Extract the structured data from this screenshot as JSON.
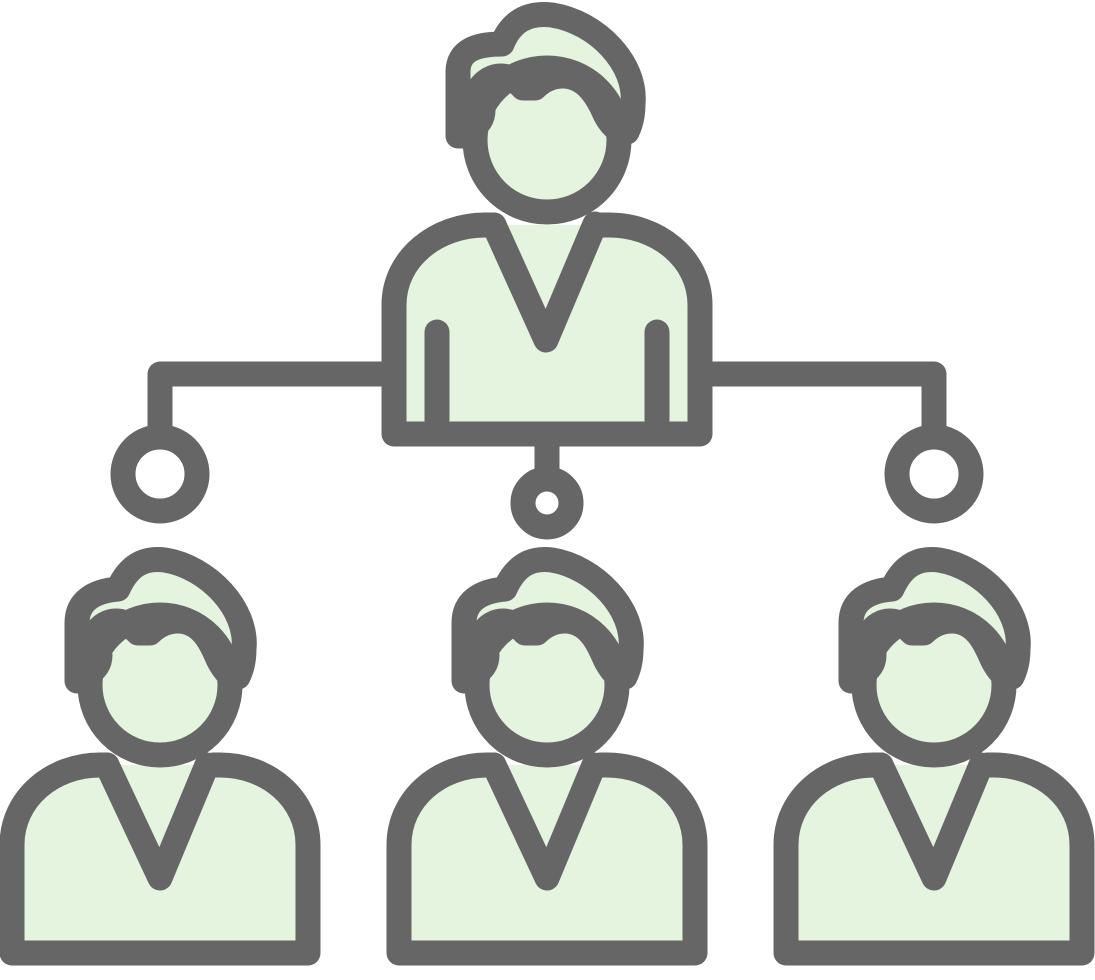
{
  "icon": {
    "name": "organization-hierarchy-icon",
    "stroke_color": "#666666",
    "fill_color": "#e4f4df",
    "background": "#ffffff"
  },
  "people": [
    {
      "role": "manager",
      "icon": "person-icon"
    },
    {
      "role": "team-member-left",
      "icon": "person-icon"
    },
    {
      "role": "team-member-center",
      "icon": "person-icon"
    },
    {
      "role": "team-member-right",
      "icon": "person-icon"
    }
  ],
  "connectors": {
    "node_icon": "circle-node-icon",
    "count": 3
  }
}
